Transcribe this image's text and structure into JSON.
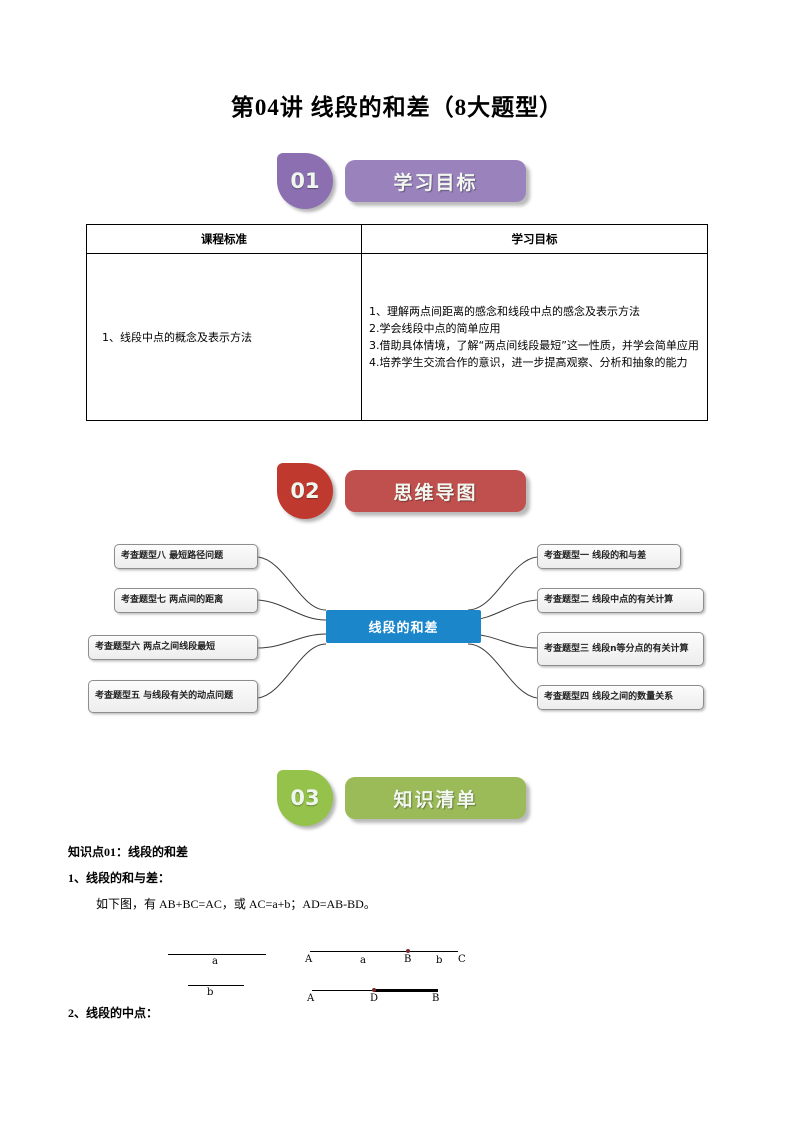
{
  "document": {
    "title": "第04讲 线段的和差（8大题型）"
  },
  "sections": [
    {
      "number": "01",
      "label": "学习目标",
      "badge_color": "#8b6fb0",
      "bar_color": "#9a83bd"
    },
    {
      "number": "02",
      "label": "思维导图",
      "badge_color": "#c0392f",
      "bar_color": "#c0504d"
    },
    {
      "number": "03",
      "label": "知识清单",
      "badge_color": "#94c24a",
      "bar_color": "#9bbb59"
    }
  ],
  "goals_table": {
    "headers": [
      "课程标准",
      "学习目标"
    ],
    "row": {
      "standard": "1、线段中点的概念及表示方法",
      "objectives": [
        "1、理解两点间距离的感念和线段中点的感念及表示方法",
        "2.学会线段中点的简单应用",
        "3.借助具体情境，了解“两点间线段最短”这一性质，并学会简单应用",
        "4.培养学生交流合作的意识，进一步提高观察、分析和抽象的能力"
      ]
    }
  },
  "mindmap": {
    "center": "线段的和差",
    "center_color": "#1c86cb",
    "left_nodes": [
      "考查题型八  最短路径问题",
      "考查题型七  两点间的距离",
      "考查题型六  两点之间线段最短",
      "考查题型五  与线段有关的动点问题"
    ],
    "right_nodes": [
      "考查题型一  线段的和与差",
      "考查题型二  线段中点的有关计算",
      "考查题型三  线段n等分点的有关计算",
      "考查题型四  线段之间的数量关系"
    ]
  },
  "knowledge": {
    "point_title": "知识点01：线段的和差",
    "item1_title": "1、线段的和与差：",
    "item1_text": "如下图，有 AB+BC=AC，或 AC=a+b；AD=AB-BD。",
    "item2_title": "2、线段的中点："
  },
  "figures": {
    "segment_a": "a",
    "segment_b": "b",
    "diagram1": {
      "point_a": "A",
      "label_a": "a",
      "point_b": "B",
      "label_b": "b",
      "point_c": "C"
    },
    "diagram2": {
      "point_a": "A",
      "point_d": "D",
      "point_b": "B"
    }
  }
}
